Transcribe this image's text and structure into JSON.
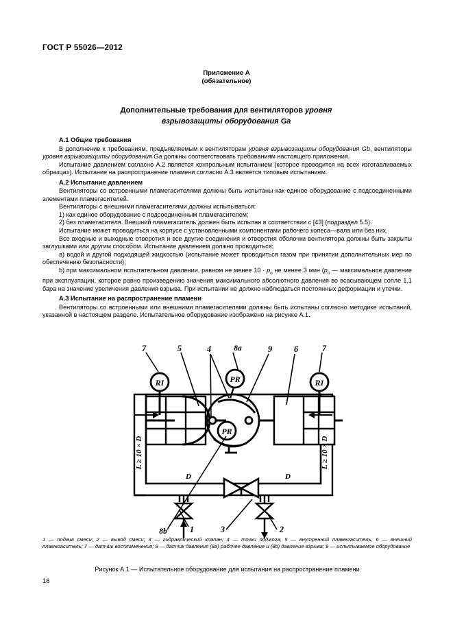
{
  "header": {
    "standard_id": "ГОСТ Р 55026—2012"
  },
  "annex": {
    "line1": "Приложение А",
    "line2": "(обязательное)"
  },
  "title": {
    "part1": "Дополнительные требования для вентиляторов ",
    "part_italic1": "уровня",
    "part_italic2": "взрывозащиты оборудования Ga"
  },
  "sections": {
    "a1_heading": "А.1  Общие требования",
    "a1_p1_a": "В дополнение к требованиям, предъявляемым к вентиляторам ",
    "a1_p1_i1": "уровня взрывозащиты оборудования Gb",
    "a1_p1_b": ", вентиляторы ",
    "a1_p1_i2": "уровня взрывозащиты оборудования Ga",
    "a1_p1_c": " должны соответствовать требованиям настоящего приложения.",
    "a1_p2": "Испытание давлением согласно А.2 является контрольным испытанием (которое проводится на всех изготавливаемых образцах). Испытание на распространение пламени согласно А.3 является типовым испытанием.",
    "a2_heading": "А.2  Испытание давлением",
    "a2_p1": "Вентиляторы со встроенными пламегасителями должны быть испытаны как единое оборудование с подсоединенными элементами пламегасителей.",
    "a2_p2": "Вентиляторы с внешними пламегасителями должны испытываться:",
    "a2_li1": "1)  как единое оборудование с подсоединенным пламегасителем;",
    "a2_li2": "2)  без пламегасителя. Внешний пламегаситель должен быть испытан в соответствии с [43] (подраздел 5.5).",
    "a2_p3": "Испытание может проводиться на корпусе с установленными компонентами рабочего колеса—вала или без них.",
    "a2_p4": "Все входные и выходные отверстия и все другие соединения и отверстия оболочки вентилятора должны быть закрыты заглушками или другим способом. Испытание давлением должно проводиться:",
    "a2_li_a": "а)  водой и другой подходящей жидкостью (испытание может проводиться газом при принятии дополнительных мер по обеспечению безопасности);",
    "a2_li_b_1": "b)  при максимальном испытательном давлении, равном не менее 10 · ",
    "a2_li_b_p": "p",
    "a2_li_b_sub": "o",
    "a2_li_b_2": " не менее 3 мин (",
    "a2_li_b_3": " — максимальное давление при эксплуатации, которое равно произведению значения максимального абсолютного давления во всасывающем сопле 1,1 бара на значение увеличения давления взрыва. При испытании не должно наблюдаться постоянных деформации и утечки.",
    "a3_heading": "А.3  Испытание на распространение пламени",
    "a3_p1": "Вентиляторы со встроенными или внешними пламегасителями должны быть испытаны согласно методике испытаний, указанной в настоящем разделе. Испытательное оборудование изображено на рисунке А.1."
  },
  "figure": {
    "callouts": {
      "top_left_7": "7",
      "top_5": "5",
      "top_4": "4",
      "top_8a": "8а",
      "top_9": "9",
      "top_6": "6",
      "top_right_7": "7",
      "bottom_8b": "8b",
      "bottom_1": "1",
      "bottom_3": "3",
      "bottom_2": "2"
    },
    "sensor_left": "RI",
    "sensor_right": "RI",
    "sensor_top": "PR",
    "sensor_bottom": "PR",
    "dim_left": "L ≥ 10 × D",
    "dim_right": "L ≥ 10 × D",
    "dim_d_left": "D",
    "dim_d_right": "D",
    "legend_text": "1 — подача смеси; 2 — вывод смеси; 3 — гидравлический клапан; 4 — точки поджога; 5 — внутренний пламегаситель, 6 — внешний пламегаситель; 7 — датчик воспламенения; 8 — датчик давления (8а) рабочее давление и (8b) давление взрыва; 9 — ис­пытываемое оборудование",
    "caption": "Рисунок А.1 — Испытательное оборудование для испытания на распространение пламени"
  },
  "footer": {
    "page_number": "16"
  },
  "colors": {
    "ink": "#000000",
    "paper": "#ffffff"
  }
}
